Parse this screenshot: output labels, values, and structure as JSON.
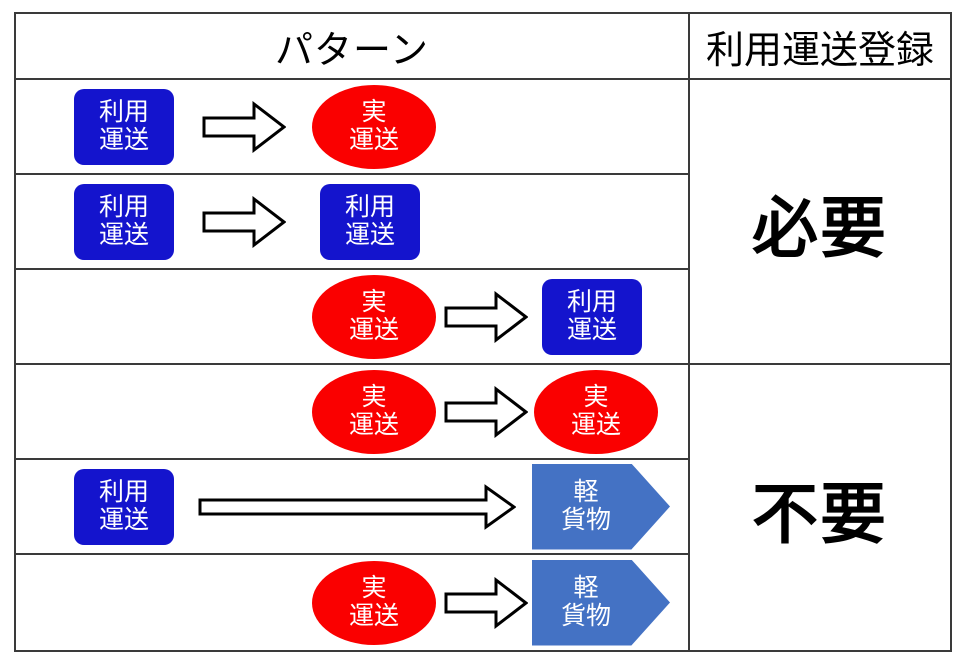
{
  "table": {
    "header": {
      "pattern_label": "パターン",
      "registration_label": "利用運送登録"
    },
    "verdicts": [
      {
        "id": "need",
        "label": "必要",
        "row_span": 3
      },
      {
        "id": "noneed",
        "label": "不要",
        "row_span": 3
      }
    ],
    "node_labels": {
      "riyo_unso_line1": "利用",
      "riyo_unso_line2": "運送",
      "jitsu_unso_line1": "実",
      "jitsu_unso_line2": "運送",
      "kei_kamotsu_line1": "軽",
      "kei_kamotsu_line2": "貨物"
    },
    "rows": [
      {
        "index": 1,
        "verdict": "必要",
        "nodes": [
          {
            "slot": "a",
            "shape": "rect",
            "type": "riyo-unso",
            "line1": "利用",
            "line2": "運送"
          },
          {
            "slot": "b",
            "shape": "ellipse",
            "type": "jitsu-unso",
            "line1": "実",
            "line2": "運送"
          }
        ],
        "arrow": "block-arrow-short-1"
      },
      {
        "index": 2,
        "verdict": "必要",
        "nodes": [
          {
            "slot": "a",
            "shape": "rect",
            "type": "riyo-unso",
            "line1": "利用",
            "line2": "運送"
          },
          {
            "slot": "b",
            "shape": "rect",
            "type": "riyo-unso",
            "line1": "利用",
            "line2": "運送"
          }
        ],
        "arrow": "block-arrow-short-1"
      },
      {
        "index": 3,
        "verdict": "必要",
        "nodes": [
          {
            "slot": "b",
            "shape": "ellipse",
            "type": "jitsu-unso",
            "line1": "実",
            "line2": "運送"
          },
          {
            "slot": "c",
            "shape": "rect",
            "type": "riyo-unso",
            "line1": "利用",
            "line2": "運送"
          }
        ],
        "arrow": "block-arrow-short-2"
      },
      {
        "index": 4,
        "verdict": "不要",
        "nodes": [
          {
            "slot": "b",
            "shape": "ellipse",
            "type": "jitsu-unso",
            "line1": "実",
            "line2": "運送"
          },
          {
            "slot": "c",
            "shape": "ellipse",
            "type": "jitsu-unso",
            "line1": "実",
            "line2": "運送"
          }
        ],
        "arrow": "block-arrow-short-2"
      },
      {
        "index": 5,
        "verdict": "不要",
        "nodes": [
          {
            "slot": "a",
            "shape": "rect",
            "type": "riyo-unso",
            "line1": "利用",
            "line2": "運送"
          },
          {
            "slot": "c",
            "shape": "pentagon",
            "type": "kei-kamotsu",
            "line1": "軽",
            "line2": "貨物"
          }
        ],
        "arrow": "block-arrow-long"
      },
      {
        "index": 6,
        "verdict": "不要",
        "nodes": [
          {
            "slot": "b",
            "shape": "ellipse",
            "type": "jitsu-unso",
            "line1": "実",
            "line2": "運送"
          },
          {
            "slot": "c",
            "shape": "pentagon",
            "type": "kei-kamotsu",
            "line1": "軽",
            "line2": "貨物"
          }
        ],
        "arrow": "block-arrow-short-2"
      }
    ]
  },
  "colors": {
    "riyo_unso_blue": "#1414CD",
    "jitsu_unso_red": "#FA0000",
    "kei_kamotsu_blue": "#4472C4",
    "border": "#3A3A3A",
    "text_on_shape": "#FFFFFF",
    "background": "#FFFFFF"
  }
}
